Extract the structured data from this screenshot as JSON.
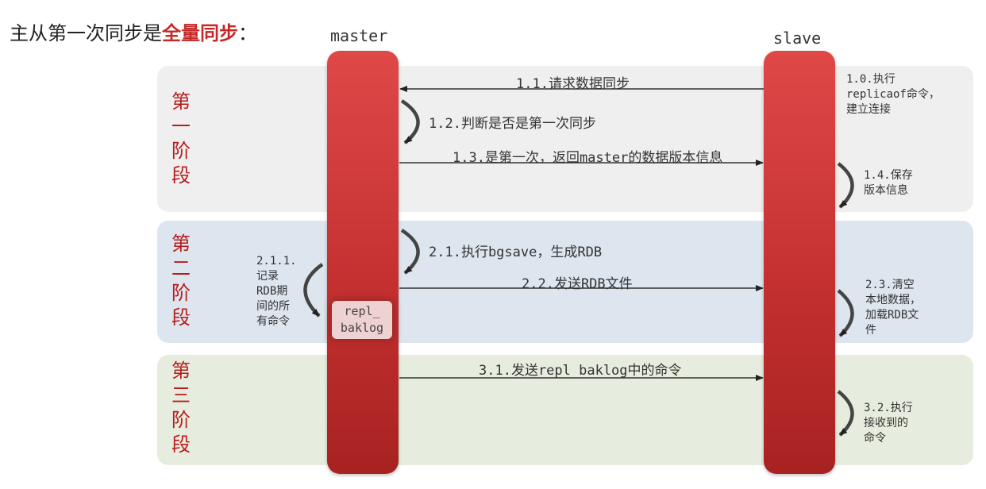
{
  "title": {
    "prefix": "主从第一次同步是",
    "emphasis": "全量同步",
    "suffix": "："
  },
  "columns": {
    "master": "master",
    "slave": "slave"
  },
  "phases": [
    [
      "第",
      "一",
      "阶",
      "段"
    ],
    [
      "第",
      "二",
      "阶",
      "段"
    ],
    [
      "第",
      "三",
      "阶",
      "段"
    ]
  ],
  "messages": {
    "m1_1": "1.1.请求数据同步",
    "m1_2": "1.2.判断是否是第一次同步",
    "m1_3": "1.3.是第一次，返回master的数据版本信息",
    "m2_1": "2.1.执行bgsave，生成RDB",
    "m2_2": "2.2.发送RDB文件",
    "m3_1": "3.1.发送repl_baklog中的命令"
  },
  "notes": {
    "n1_0": [
      "1.0.执行",
      "replicaof命令，",
      "建立连接"
    ],
    "n1_4": [
      "1.4.保存",
      "版本信息"
    ],
    "n2_1_1": [
      "2.1.1.",
      "记录",
      "RDB期",
      "间的所",
      "有命令"
    ],
    "n2_3": [
      "2.3.清空",
      "本地数据，",
      "加载RDB文",
      "件"
    ],
    "n3_2": [
      "3.2.执行",
      "接收到的",
      "命令"
    ]
  },
  "repl_box": [
    "repl_",
    "baklog"
  ],
  "colors": {
    "pillar": "#c43030",
    "phase_text": "#b71c1c",
    "band1": "#efefef",
    "band2": "#dde5ef",
    "band3": "#e7edde"
  }
}
